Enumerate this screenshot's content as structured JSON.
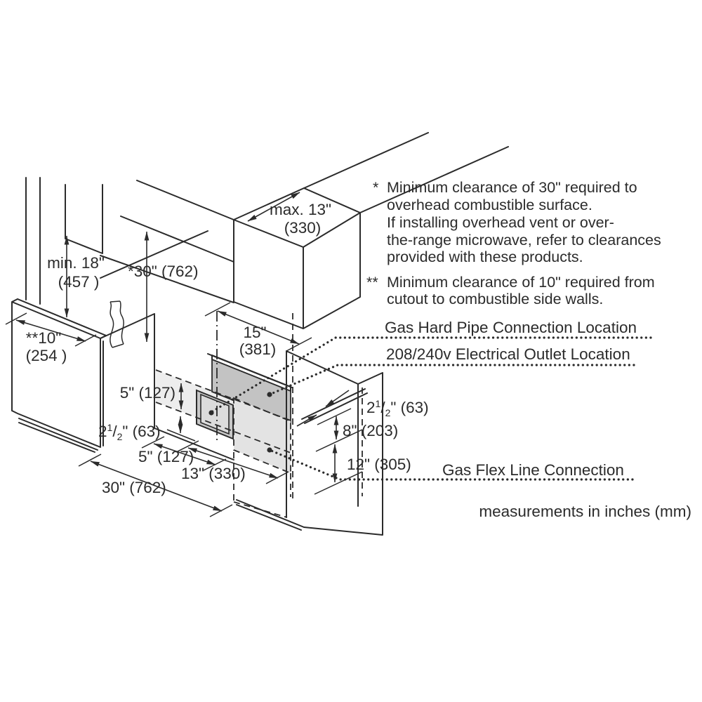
{
  "notes": {
    "note1_marker": "*",
    "note1_lines": [
      "Minimum clearance of 30\" required to",
      "overhead combustible surface.",
      "If installing overhead vent or over-",
      "the-range microwave, refer to clearances",
      "provided with these products."
    ],
    "note2_marker": "**",
    "note2_lines": [
      "Minimum clearance of 10\" required from",
      "cutout to combustible side walls."
    ]
  },
  "callouts": {
    "gas_hard_pipe": "Gas Hard Pipe Connection Location",
    "electrical_outlet": "208/240v Electrical Outlet Location",
    "gas_flex": "Gas Flex Line Connection"
  },
  "footer": "measurements in inches (mm)",
  "dimensions": {
    "overhead_depth_line1": "max. 13\"",
    "overhead_depth_line2": "(330)",
    "min_height_line1": "min. 18\"",
    "min_height_line2": "(457 )",
    "overhead_clearance": "*30\" (762)",
    "side_clearance_line1": "**10\"",
    "side_clearance_line2": "(254 )",
    "center_to_wall_line1": "15\"",
    "center_to_wall_line2": "(381)",
    "strip_height": "5\" (127)",
    "strip_offset": {
      "pre": "2",
      "num": "1",
      "den": "2",
      "post": "\" (63)"
    },
    "pipe_offset": "5\" (127)",
    "flex_zone_width": "13\" (330)",
    "cutout_width": "30\" (762)",
    "counter_thickness": {
      "pre": "2",
      "num": "1",
      "den": "2",
      "post": "\" (63)"
    },
    "outlet_depth": "8\" (203)",
    "flex_depth": "12\" (305)"
  },
  "colors": {
    "line": "#2b2b2b",
    "panel_dark": "#c3c3c3",
    "panel_light": "#e3e3e3",
    "band": "#ededed"
  }
}
